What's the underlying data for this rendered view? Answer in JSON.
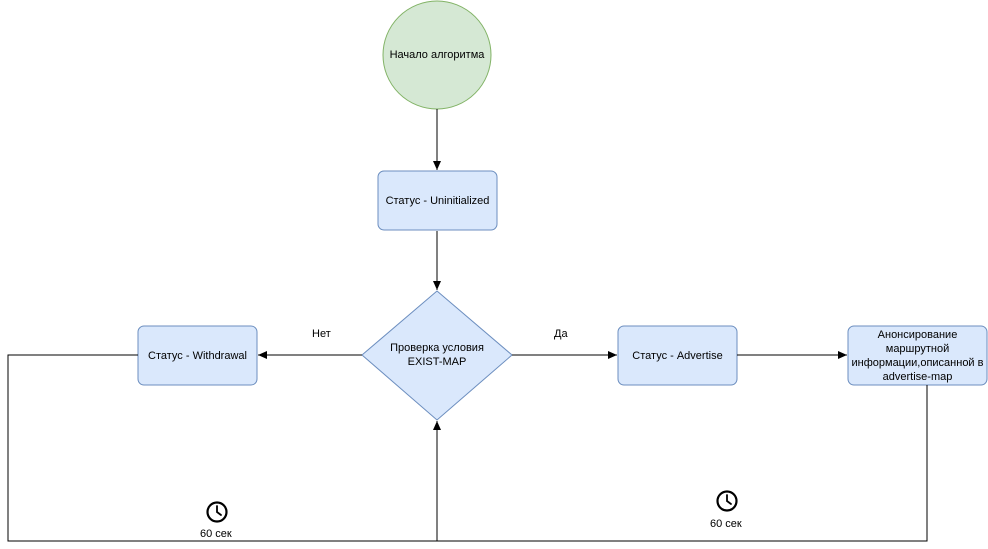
{
  "nodes": {
    "start": "Начало алгоритма",
    "uninitialized": "Статус - Uninitialized",
    "check": "Проверка условия EXIST-MAP",
    "withdrawal": "Статус - Withdrawal",
    "advertise": "Статус - Advertise",
    "announce": "Анонсирование маршрутной информации,описанной в advertise-map"
  },
  "edges": {
    "no": "Нет",
    "yes": "Да"
  },
  "timers": {
    "left": "60 сек",
    "right": "60 сек"
  },
  "colors": {
    "start_fill": "#d5e8d4",
    "start_stroke": "#82b366",
    "box_fill": "#dae8fc",
    "box_stroke": "#6c8ebf"
  }
}
